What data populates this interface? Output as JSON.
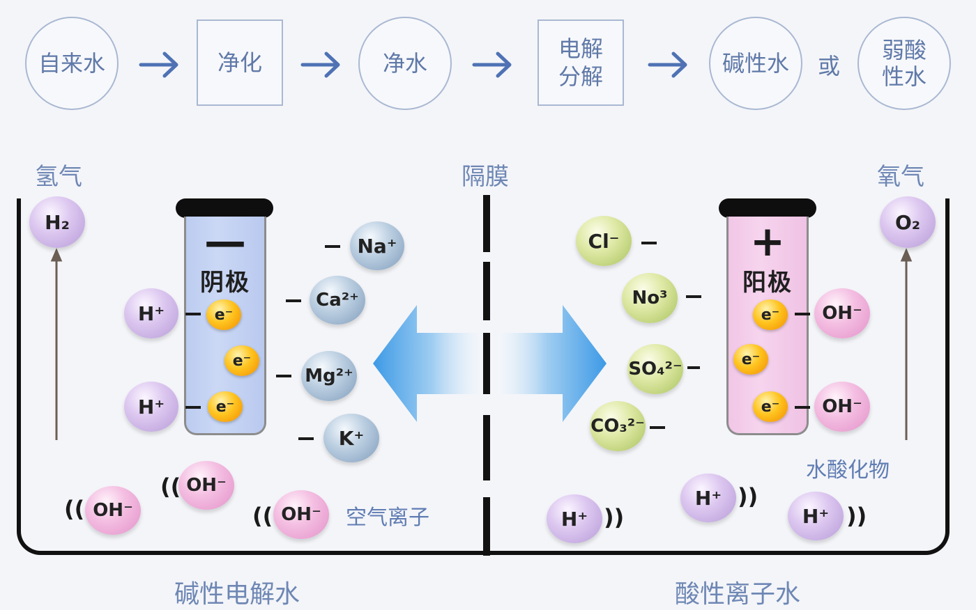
{
  "flow": {
    "steps": [
      {
        "text": "自来水",
        "shape": "circle"
      },
      {
        "text": "净化",
        "shape": "box"
      },
      {
        "text": "净水",
        "shape": "circle"
      },
      {
        "text": "电解\n分解",
        "shape": "box"
      },
      {
        "text": "碱性水",
        "shape": "circle"
      },
      {
        "text": "弱酸\n性水",
        "shape": "circle"
      }
    ],
    "or_text": "或"
  },
  "labels": {
    "hydrogen_gas": "氢气",
    "membrane": "隔膜",
    "oxygen_gas": "氧气",
    "air_ions": "空气离子",
    "water_acid_compound": "水酸化物",
    "alkaline_water": "碱性电解水",
    "acidic_water": "酸性离子水"
  },
  "electrodes": {
    "cathode": {
      "sign": "—",
      "label": "阴极"
    },
    "anode": {
      "sign": "+",
      "label": "阳极"
    }
  },
  "ions": {
    "h2": "H₂",
    "o2": "O₂",
    "h_plus": "H⁺",
    "oh_minus": "OH⁻",
    "electron": "e⁻",
    "na": "Na⁺",
    "ca": "Ca²⁺",
    "mg": "Mg²⁺",
    "k": "K⁺",
    "cl": "Cl⁻",
    "no3": "No³",
    "so4": "SO₄²⁻",
    "co3": "CO₃²⁻"
  },
  "colors": {
    "flow_text": "#5f79a8",
    "arrow_blue": "#4da3e6",
    "cathode_fill": "#c4d3f3",
    "anode_fill": "#f4cdea"
  }
}
